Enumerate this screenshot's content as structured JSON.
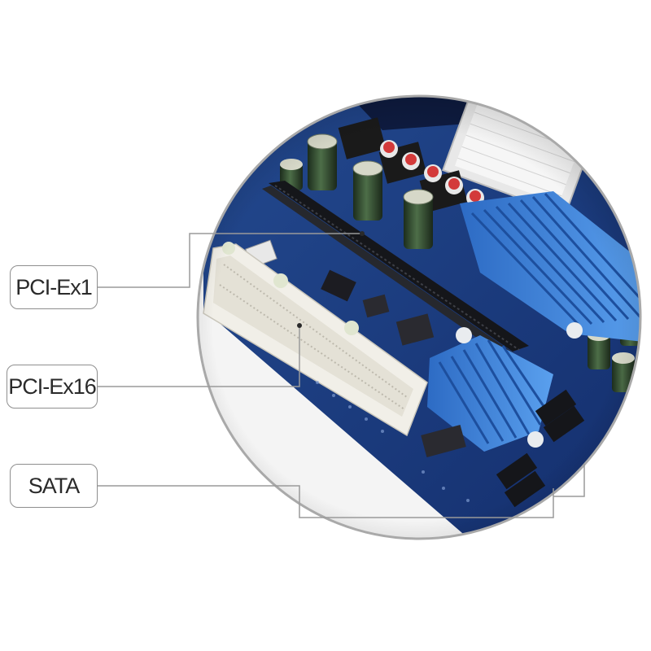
{
  "callouts": {
    "pcie_x1": {
      "label": "PCI-Ex1",
      "target": "PCI-Express x1 slot"
    },
    "pcie_x16": {
      "label": "PCI-Ex16",
      "target": "PCI-Express x16 slot"
    },
    "sata": {
      "label": "SATA",
      "target": "SATA ports"
    }
  },
  "colors": {
    "board": "#1d3d8a",
    "heatsink": "#3a7fd6",
    "lens_border": "#a9a9a9",
    "leader": "#9a9a9a",
    "slot_black": "#15161a",
    "slot_white": "#f1efe8"
  }
}
